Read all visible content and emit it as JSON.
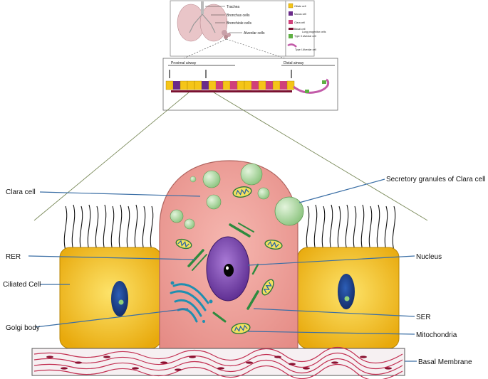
{
  "labels": {
    "clara_cell": "Clara cell",
    "secretory_granules": "Secretory granules of Clara cell",
    "rer": "RER",
    "nucleus": "Nucleus",
    "ciliated_cell": "Ciliated  Cell",
    "golgi_body": "Golgi body",
    "ser": "SER",
    "mitochondria": "Mitochondria",
    "basal_membrane": "Basal Membrane"
  },
  "lung_inset": {
    "trachea": "Trachea",
    "bronchus": "Bronchus cells",
    "bronchiole": "Bronchiole cells",
    "alveolar": "Alveolar cells"
  },
  "legend": {
    "ciliated": "Ciliate cell",
    "mucus": "Mucus cell",
    "clara": "Clara cell",
    "basal": "Basal cell",
    "type2": "Type II alveolar cell",
    "type1": "Type I Alveolar cell",
    "progenitor": "Lung progenitor cells"
  },
  "airway": {
    "proximal": "Proximal airway",
    "distal": "Distal airway"
  },
  "colors": {
    "ciliated_cell": "#f5c518",
    "clara_cell": "#f2a5a0",
    "nucleus": "#7b3fb0",
    "granule": "#b9dfb0",
    "organelle": "#2e8b3e",
    "golgi": "#1f8fb0",
    "label_line": "#3a6ea5",
    "basal_stripe": "#c0264a"
  }
}
